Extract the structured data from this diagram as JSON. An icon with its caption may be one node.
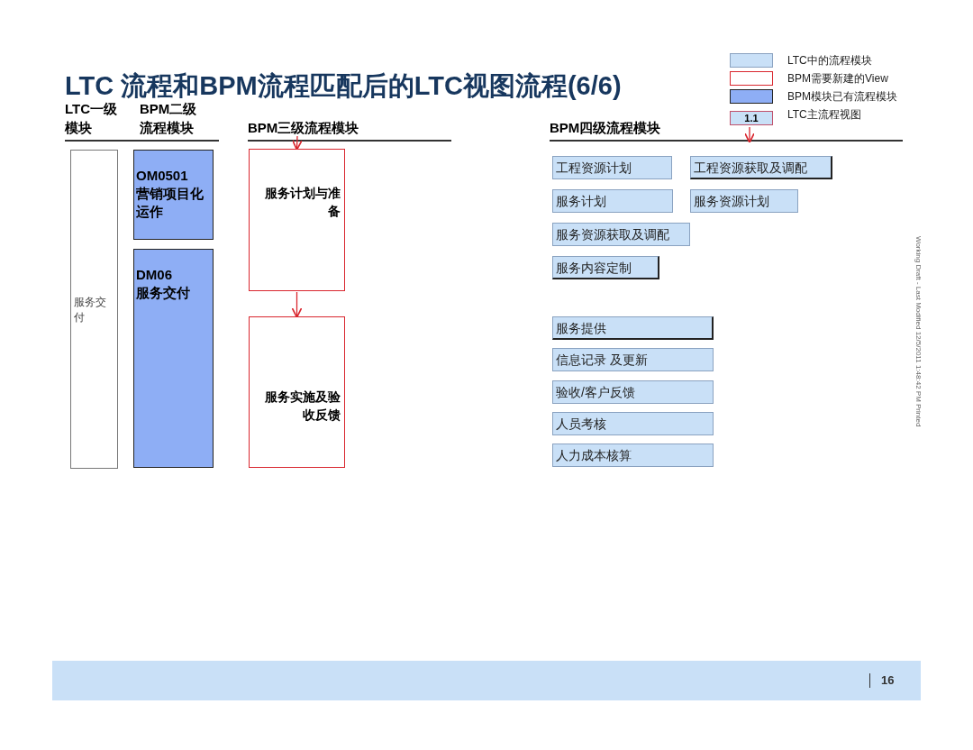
{
  "diagram": {
    "title": "LTC 流程和BPM流程匹配后的LTC视图流程(6/6)",
    "nodes": [
      {
        "text": [
          "服务交付"
        ]
      },
      {
        "text": [
          "OM0501",
          "营销项目化运作"
        ]
      },
      {
        "text": [
          "DM06",
          "服务交付"
        ]
      },
      {
        "text": [
          "BPM三级流程模块"
        ]
      },
      {
        "text": [
          "服务计划与准备"
        ]
      },
      {
        "text": [
          "服务实施及验收反馈"
        ]
      },
      {
        "text": [
          "工程资源计划"
        ]
      },
      {
        "text": [
          "工程资源获取及调配"
        ]
      },
      {
        "text": [
          "服务计划"
        ]
      },
      {
        "text": [
          "服务资源计划"
        ]
      },
      {
        "text": [
          "服务资源获取及调配"
        ]
      },
      {
        "text": [
          "服务内容定制"
        ]
      },
      {
        "text": [
          "服务提供"
        ]
      },
      {
        "text": [
          "信息记录 及更新"
        ]
      },
      {
        "text": [
          "验收/客户反馈"
        ]
      },
      {
        "text": [
          "人员考核"
        ]
      },
      {
        "text": [
          "人力成本核算"
        ]
      }
    ],
    "edges": [
      {
        "from": 3,
        "to": 4,
        "arrow": "to",
        "color": "#d9262e"
      },
      {
        "from": 4,
        "to": 5,
        "arrow": "to",
        "color": "#d9262e"
      }
    ],
    "labels": [
      "LTC一级模块",
      "BPM二级流程模块",
      "BPM四级流程模块",
      "1.1",
      "Working Draft - Last Modified 12/5/2011 1:48:42 PM Printed",
      "16"
    ],
    "legend": [
      {
        "text": "LTC中的流程模块",
        "color": "#c9e0f7"
      },
      {
        "text": "BPM需要新建的View"
      },
      {
        "text": "BPM模块已有流程模块",
        "color": "#8eaef5"
      },
      {
        "text": "LTC主流程视图"
      }
    ]
  }
}
